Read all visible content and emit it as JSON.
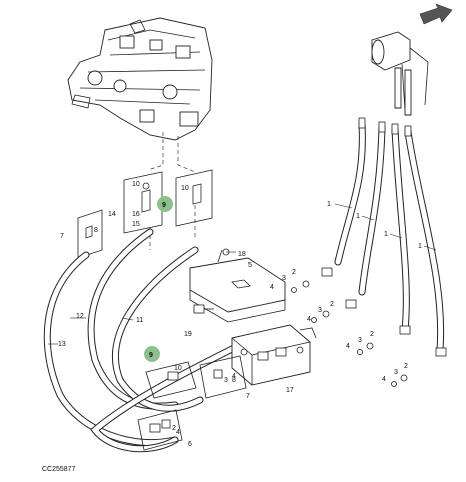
{
  "figure_code": "CC255877",
  "callouts": {
    "c1a": "1",
    "c1b": "1",
    "c1c": "1",
    "c1d": "1",
    "c2a": "2",
    "c2b": "2",
    "c2c": "2",
    "c2d": "2",
    "c2e": "2",
    "c3a": "3",
    "c3b": "3",
    "c3c": "3",
    "c3d": "3",
    "c3e": "3",
    "c4a": "4",
    "c4b": "4",
    "c4c": "4",
    "c4d": "4",
    "c4e": "4",
    "c4f": "4",
    "c5": "5",
    "c6": "6",
    "c7a": "7",
    "c7b": "7",
    "c8a": "8",
    "c8b": "8",
    "c10a": "10",
    "c10b": "10",
    "c10c": "10",
    "c11": "11",
    "c12": "12",
    "c13": "13",
    "c14": "14",
    "c15": "15",
    "c16": "16",
    "c17": "17",
    "c18": "18",
    "c19": "19"
  },
  "references": {
    "r9a": "9",
    "r9b": "9"
  },
  "colors": {
    "reference_marker": "#8cbf8c",
    "line": "#222222"
  },
  "icons": {
    "view_direction": "arrow-right-icon"
  }
}
